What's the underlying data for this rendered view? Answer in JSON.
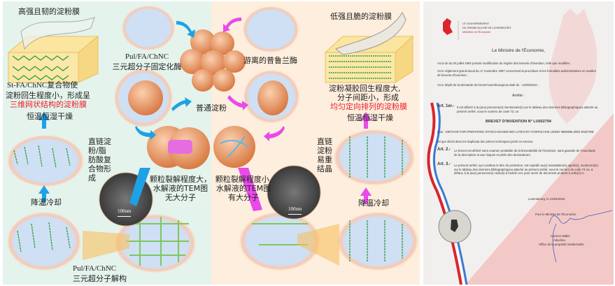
{
  "left_panel": {
    "strong_film_title": "高强且韧的淀粉膜",
    "strong_desc": [
      "St-FA/ChNC复合物使",
      "淀粉回生程度小，形成呈"
    ],
    "strong_desc_red": "三维网状结构的淀粉膜",
    "dry_left": "恒温恒湿干燥",
    "immobilized_label": [
      "Pul/FA/ChNC",
      "三元超分子固定化酶"
    ],
    "normal_starch": "普通淀粉",
    "complex_text": [
      "直链淀",
      "粉/脂",
      "肪酸复",
      "合物形",
      "成"
    ],
    "degradation_large": [
      "颗粒裂解程度大，",
      "水解液的TEM图",
      "无大分子"
    ],
    "tem_scale": "100nm",
    "cool_left": "降温冷却",
    "disassembly_label": [
      "Pul/FA/ChNC",
      "三元超分子解构"
    ]
  },
  "right_panel": {
    "free_enzyme": "游离的普鲁兰酶",
    "weak_film_title": "低强且脆的淀粉膜",
    "weak_desc": [
      "淀粉凝胶回生程度大,",
      "分子间距小，形成"
    ],
    "weak_desc_red": "均匀定向排列的淀粉膜",
    "dry_right": "恒温恒湿干燥",
    "recrystal_text": [
      "直链",
      "淀粉",
      "易重",
      "结晶"
    ],
    "degradation_small": [
      "颗粒裂解程度小,",
      "水解液的TEM图",
      "有大分子"
    ],
    "tem_scale": "100nm",
    "cool_right": "降温冷却"
  },
  "certificate": {
    "gov_lines": [
      "LE GOUVERNEMENT",
      "DU GRAND-DUCHÉ DE LUXEMBOURG"
    ],
    "ministry": "Ministère de l'Économie",
    "heading": "Le Ministre de l'Économie,",
    "p1": "Vu la loi du 20 juillet 1992 portant modification du régime des brevets d'invention, telle que modifiée ;",
    "p2": "Vu le règlement grand-ducal du 17 novembre 1997 concernant la procédure et les formalités administratives en matière de brevets d'invention ;",
    "p3": "Vu le dépôt de la demande de brevet luxembourgeois daté du : 14/09/2022 ;",
    "arrete": "Arrête :",
    "art1_label": "Art. 1er.-",
    "art1": "Il est délivré à la (aux) personne(s) mentionnée(s) sur le tableau des données bibliographiques attaché au présent arrêté, sous le numéro de code 73, un",
    "brevet": "BREVET D'INVENTION N° LU502794",
    "pour": "pour : METHOD FOR PREPARING STARCH-BASED BIO-LATEX BY HYDROLYSIS USING IMMOBILIZED ENZYME",
    "tel": "tel que décrit dans les duplicata des pièces techniques joints en annexe.",
    "art2_label": "Art. 2.-",
    "art2": "Le brevet est délivré sans examen préalable de la brevetabilité de l'invention, sans garantie de l'exactitude de la description et aux risques et périls des demandeurs.",
    "art3_label": "Art. 3.-",
    "art3": "Le présent arrêté, qui constitue le titre de protection, est expédié au(x) mandataire(s) agréé(s), mentionné(s) sur le tableau des données bibliographiques attaché au présent arrêté, sous le numéro de code 74 ou, à défaut, à la (aux) personne(s) visée(s) à l'article 1er, pour servir de document probant à celle(s)-ci.",
    "place_date": "Luxembourg, le 21/03/2023",
    "pour_ministre": "Pour le Ministre de l'Économie,",
    "signer": "Corinne Müller",
    "signer_title": "Attachée",
    "office": "Office de la propriété intellectuelle"
  },
  "colors": {
    "left_bg": "#e4f3ec",
    "right_bg": "#fdeedd",
    "red_text": "#e8202a",
    "blue_arrow": "#1ea1e6",
    "pink_arrow": "#e94ae8"
  }
}
